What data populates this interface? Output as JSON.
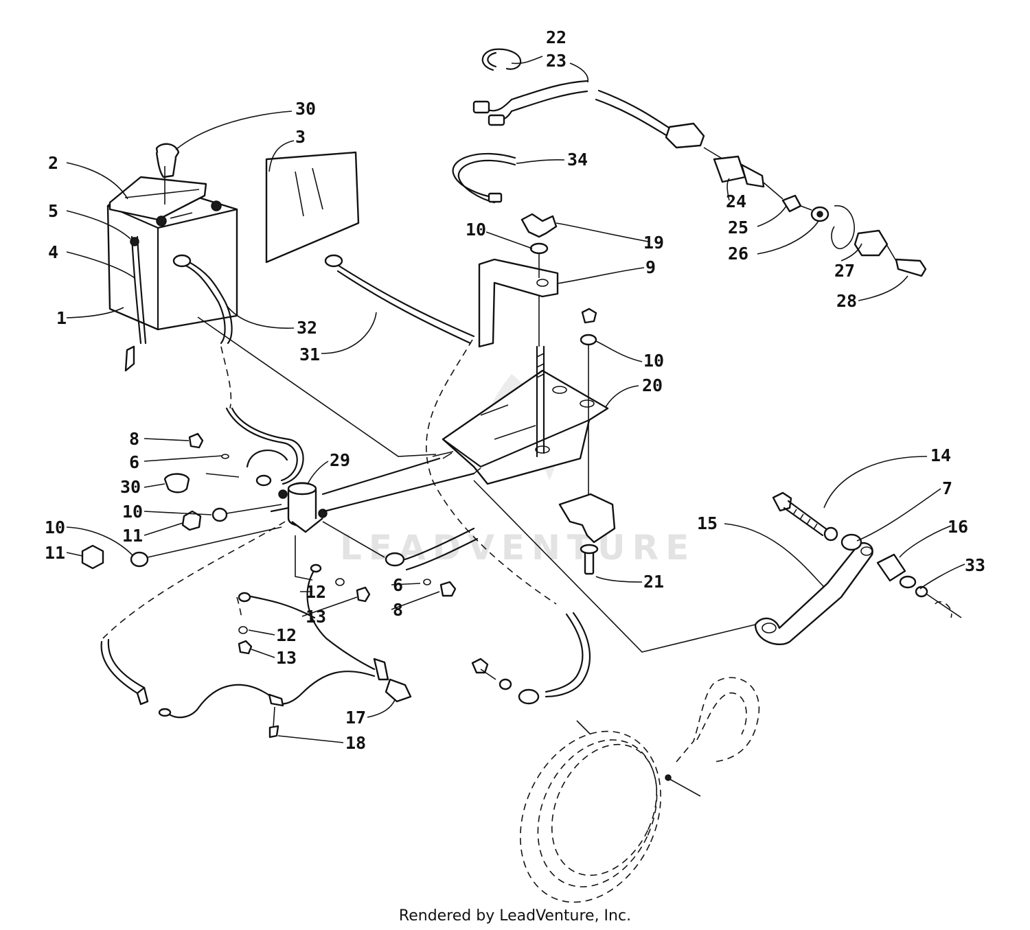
{
  "footer": {
    "text": "Rendered by LeadVenture, Inc."
  },
  "watermark": {
    "text": "LEADVENTURE",
    "color": "#e3e3e3"
  },
  "callouts": [
    {
      "id": "c-22",
      "label": "22"
    },
    {
      "id": "c-23",
      "label": "23"
    },
    {
      "id": "c-30a",
      "label": "30"
    },
    {
      "id": "c-3",
      "label": "3"
    },
    {
      "id": "c-34",
      "label": "34"
    },
    {
      "id": "c-2",
      "label": "2"
    },
    {
      "id": "c-5",
      "label": "5"
    },
    {
      "id": "c-4",
      "label": "4"
    },
    {
      "id": "c-1",
      "label": "1"
    },
    {
      "id": "c-24",
      "label": "24"
    },
    {
      "id": "c-25",
      "label": "25"
    },
    {
      "id": "c-26",
      "label": "26"
    },
    {
      "id": "c-27",
      "label": "27"
    },
    {
      "id": "c-28",
      "label": "28"
    },
    {
      "id": "c-10a",
      "label": "10"
    },
    {
      "id": "c-19",
      "label": "19"
    },
    {
      "id": "c-9",
      "label": "9"
    },
    {
      "id": "c-32",
      "label": "32"
    },
    {
      "id": "c-31",
      "label": "31"
    },
    {
      "id": "c-10b",
      "label": "10"
    },
    {
      "id": "c-20",
      "label": "20"
    },
    {
      "id": "c-8a",
      "label": "8"
    },
    {
      "id": "c-6a",
      "label": "6"
    },
    {
      "id": "c-29",
      "label": "29"
    },
    {
      "id": "c-30b",
      "label": "30"
    },
    {
      "id": "c-10c",
      "label": "10"
    },
    {
      "id": "c-11a",
      "label": "11"
    },
    {
      "id": "c-10d",
      "label": "10"
    },
    {
      "id": "c-11b",
      "label": "11"
    },
    {
      "id": "c-14",
      "label": "14"
    },
    {
      "id": "c-7",
      "label": "7"
    },
    {
      "id": "c-15",
      "label": "15"
    },
    {
      "id": "c-16",
      "label": "16"
    },
    {
      "id": "c-33",
      "label": "33"
    },
    {
      "id": "c-21",
      "label": "21"
    },
    {
      "id": "c-12a",
      "label": "12"
    },
    {
      "id": "c-6b",
      "label": "6"
    },
    {
      "id": "c-13a",
      "label": "13"
    },
    {
      "id": "c-8b",
      "label": "8"
    },
    {
      "id": "c-12b",
      "label": "12"
    },
    {
      "id": "c-13b",
      "label": "13"
    },
    {
      "id": "c-17",
      "label": "17"
    },
    {
      "id": "c-18",
      "label": "18"
    }
  ]
}
